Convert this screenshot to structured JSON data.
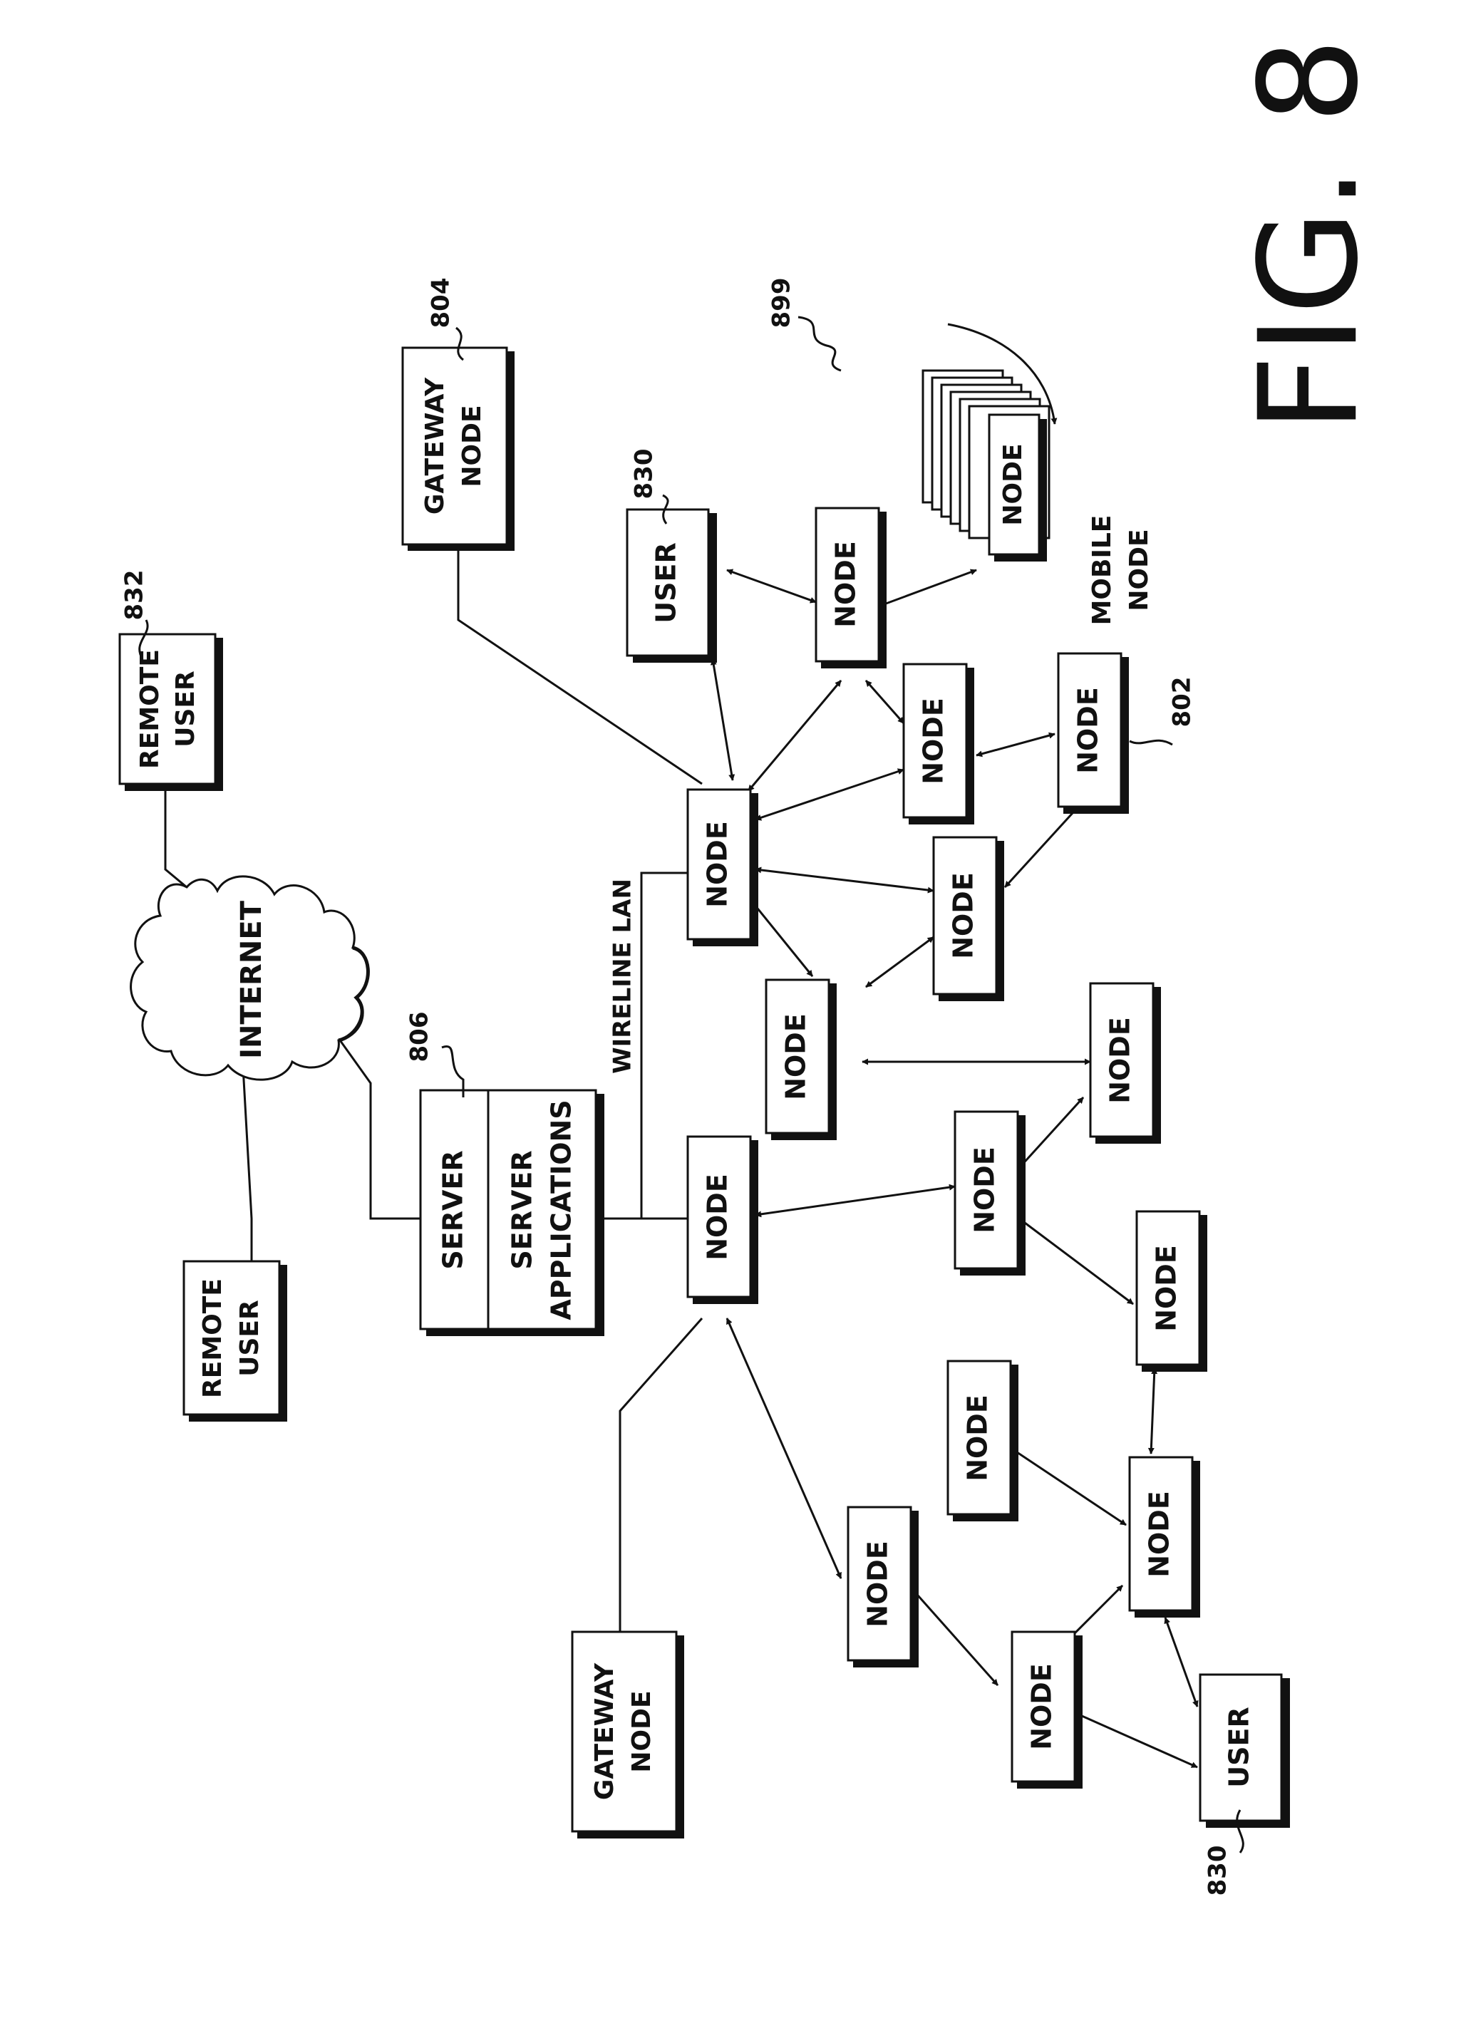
{
  "figure_label": "FIG. 8",
  "labels": {
    "node": "NODE",
    "user": "USER",
    "remote_user_1": "REMOTE",
    "remote_user_2": "USER",
    "gateway_1": "GATEWAY",
    "gateway_2": "NODE",
    "server": "SERVER",
    "server_apps_1": "SERVER",
    "server_apps_2": "APPLICATIONS",
    "internet": "INTERNET",
    "wireline_lan": "WIRELINE LAN",
    "mobile_1": "MOBILE",
    "mobile_2": "NODE"
  },
  "refs": {
    "r802": "802",
    "r804": "804",
    "r806": "806",
    "r830a": "830",
    "r830b": "830",
    "r832": "832",
    "r899": "899"
  }
}
